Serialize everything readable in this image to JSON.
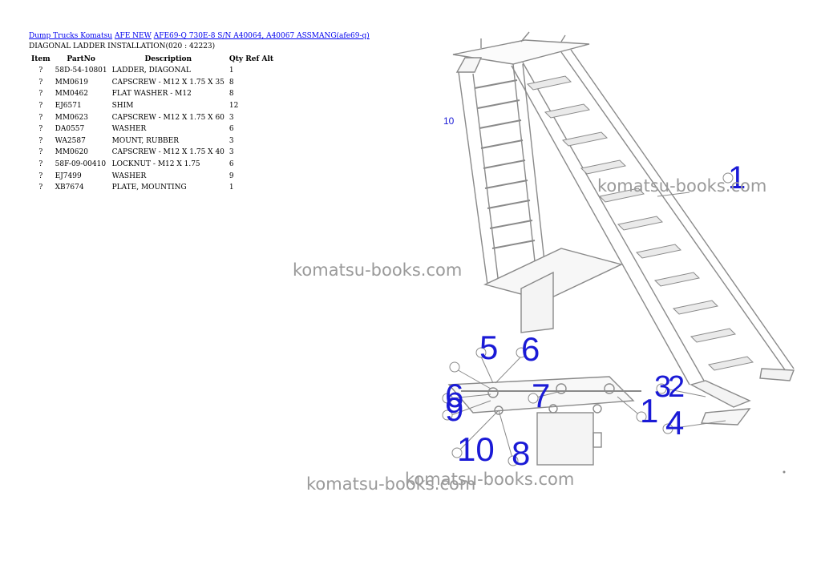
{
  "breadcrumb": {
    "link1": "Dump Trucks Komatsu",
    "link2": "AFE NEW",
    "link3": "AFE69-Q 730E-8 S/N A40064, A40067 ASSMANG(afe69-q)"
  },
  "subtitle": "DIAGONAL LADDER INSTALLATION(020 : 42223)",
  "table": {
    "headers": [
      "Item",
      "PartNo",
      "Description",
      "Qty",
      "Ref",
      "Alt"
    ],
    "rows": [
      {
        "item": "?",
        "part": "58D-54-10801",
        "desc": "LADDER, DIAGONAL",
        "qty": "1"
      },
      {
        "item": "?",
        "part": "MM0619",
        "desc": "CAPSCREW - M12 X 1.75 X 35",
        "qty": "8"
      },
      {
        "item": "?",
        "part": "MM0462",
        "desc": "FLAT WASHER - M12",
        "qty": "8"
      },
      {
        "item": "?",
        "part": "EJ6571",
        "desc": "SHIM",
        "qty": "12"
      },
      {
        "item": "?",
        "part": "MM0623",
        "desc": "CAPSCREW - M12 X 1.75 X 60",
        "qty": "3"
      },
      {
        "item": "?",
        "part": "DA0557",
        "desc": "WASHER",
        "qty": "6"
      },
      {
        "item": "?",
        "part": "WA2587",
        "desc": "MOUNT, RUBBER",
        "qty": "3"
      },
      {
        "item": "?",
        "part": "MM0620",
        "desc": "CAPSCREW - M12 X 1.75 X 40",
        "qty": "3"
      },
      {
        "item": "?",
        "part": "58F-09-00410",
        "desc": "LOCKNUT - M12 X 1.75",
        "qty": "6"
      },
      {
        "item": "?",
        "part": "EJ7499",
        "desc": "WASHER",
        "qty": "9"
      },
      {
        "item": "?",
        "part": "XB7674",
        "desc": "PLATE, MOUNTING",
        "qty": "1"
      }
    ]
  },
  "watermark": "komatsu-books.com",
  "callouts": {
    "c10": "10",
    "c1": "1",
    "c5": "5",
    "c6a": "6",
    "c6b": "6",
    "c9": "9",
    "c7": "7",
    "c3": "3",
    "c2": "2",
    "c1b": "1",
    "c4": "4",
    "c10b": "10",
    "c8": "8"
  },
  "colors": {
    "link": "#0000ee",
    "callout": "#1a1ad6",
    "watermark": "#9a9a9a",
    "drawing": "#8a8a8a"
  }
}
